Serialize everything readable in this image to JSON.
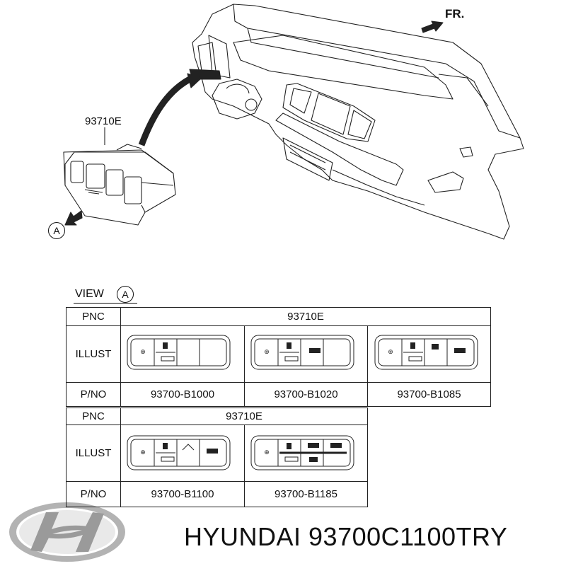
{
  "fr_label": "FR.",
  "part_callout": "93710E",
  "view_marker": "A",
  "view_label": "VIEW",
  "table1": {
    "pnc_header": "PNC",
    "pnc_value": "93710E",
    "illust_header": "ILLUST",
    "pno_header": "P/NO",
    "parts": [
      "93700-B1000",
      "93700-B1020",
      "93700-B1085"
    ]
  },
  "table2": {
    "pnc_header": "PNC",
    "pnc_value": "93710E",
    "illust_header": "ILLUST",
    "pno_header": "P/NO",
    "parts": [
      "93700-B1100",
      "93700-B1185"
    ]
  },
  "footer": {
    "brand_part": "HYUNDAI 93700C1100TRY",
    "logo_icon": "hyundai-logo-icon"
  },
  "colors": {
    "line": "#222222",
    "logo": "#9a9a9a"
  }
}
